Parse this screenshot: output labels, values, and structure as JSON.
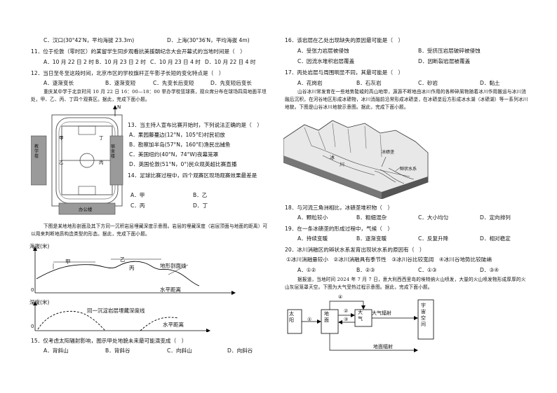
{
  "left": {
    "q10_opts": [
      "C．汉口(30°42′N，平均海拔 23.3m)",
      "D．上海(30°36′N，平均海拔 4m)"
    ],
    "q11_text": "11．位于伦敦（零时区）的某留学生同步观看抗美援朝纪念大会开幕式的当地时间是（　）",
    "q11_opts": [
      "A．10 月 22 日 2 时",
      "B．10 月 23 日 2 时",
      "C．10 月 23 日 4 时",
      "D．10 月 22 日 4 时"
    ],
    "q12_text": "12．当日至冬至这段时间，北京市区的学校旗杆正午影子长短的变化特点是（　）",
    "q12_opts": [
      "A．逐渐变长",
      "B．逐渐变短",
      "C．先变长后变短",
      "D．先变短后变长"
    ],
    "para1": "重庆某中学于北京时间 10 月 22 日 16：00—18：00 举办学校篮球赛，观众席分布在球场四周地面平坦处，甲、乙、丙、丁四个观赛区。据此，完成下面小题。",
    "map": {
      "north": "N",
      "bldg_teach": "教学楼",
      "bldg_dorm": "宿舍楼",
      "bldg_office": "办公楼",
      "labels": [
        "甲",
        "乙",
        "丙",
        "丁"
      ]
    },
    "q13_text": "13．当主持人宣布比赛开始时，下列说法正确的是（　）",
    "q13_opts": [
      "A．果园藤蔓边(12°N，105°E)村民初放",
      "B．勘察加半岛(57°N，160°E)渔民出捕鱼",
      "C．美国纽约(40°N，74°W)夜幕笼罩",
      "D．英国伦敦(51°N，0°)民众观英超比赛直播"
    ],
    "q14_text": "14．足球比赛过程中，四个观赛区现场观赛效果最差是",
    "q14_opts": [
      "A．甲",
      "B．乙",
      "C．丙",
      "D．丁"
    ],
    "para2": "下图是某地地形剖面及其下方同一沉积岩层埋藏深度示意图。岩层的埋藏深度（岩层顶面与地面的距离）可以用来判断地质构造类型的形态。据此，完成下面小题。",
    "profile": {
      "ylabel": "海拔(米)",
      "zero": "0",
      "xlabel": "水平距离",
      "curve_label": "地形剖面线",
      "marks": [
        "甲",
        "乙",
        "丙"
      ]
    },
    "depth": {
      "ylabel": "深度(米)",
      "zero": "0",
      "xlabel": "水平距离",
      "curve_label": "同一沉淀岩层埋藏深度线"
    },
    "q15_text": "15．仅考虑太阳辐射影响，图示甲处地貌未来最可能演变成（　）",
    "q15_opts": [
      "A．背斜山",
      "B．背斜谷",
      "C．向斜山",
      "D．向斜谷"
    ]
  },
  "right": {
    "q16_text": "16．该岩层在乙处出现缺失的原因最可能是（　）",
    "q16_opts": [
      "A．受张力岩层被侵蚀",
      "B．受挤压岩层破碎被侵蚀",
      "C．因流水堆积岩层覆盖",
      "D．因断裂岩层被覆盖"
    ],
    "q17_text": "17．丙处岩层与周围明显不同，其最可能是（　）",
    "q17_opts": [
      "A．花岗岩",
      "B．石灰岩",
      "C．砂岩",
      "D．黏土"
    ],
    "para3": "山谷冰川常发育在一些地势陡峻的高山地带，源源不断地由冰川作用的各种碎屑物随着冰川作用搬运与冰川消融后沉积，在河谷地区形成冰碛物，冰川消融前沿常形成冰碛垄，在冰碛垄后方形成冰水湖（冰碛湖）等一系列冰川地貌。下图是山谷冰川地貌示意图。据此，完成下面小题。",
    "glacier": {
      "l1": "冰碛垄",
      "l2": "冰",
      "l3": "川",
      "l4": "辫状水系"
    },
    "q18_text": "18．与河流三角洲相比，冰碛垄堆积物（　）",
    "q18_opts": [
      "A．颗粒较小",
      "B．粗细混杂",
      "C．大小均匀",
      "D．定向排列"
    ],
    "q19_text": "19．在一条冰碛垄的形成过程中，气候（　）",
    "q19_opts": [
      "A．持续变暖",
      "B．逐渐变暖",
      "C．反复升降",
      "D．相对稳定"
    ],
    "q20_text": "20．冰川消融区的辫状水系发育出现状水系的原因有（　）",
    "q20_items": "①冰川消融量较小　②冰川消融具有季节性　③冰川谷比较宽阔　④冰川谷地势比较陡峭",
    "q20_opts": [
      "A．①②",
      "B．②③",
      "C．①③",
      "D．③④"
    ],
    "para4": "据报道，当地时间 2024 年 7 月 7 日，意大利西西里岛的埃特纳火山喷发，大量的火山喷发物形成厚厚的火山灰层笼罩天空。下图为大气受热过程示意图。据此，完成下面小题。",
    "heat": {
      "sun": "太阳",
      "ground": "地面",
      "atm": "大气",
      "space": "宇宙空间",
      "atm_rad": "大气辐射",
      "gnd_rad": "地面辐射",
      "n1": "①",
      "n2": "②",
      "n3": "③",
      "n4": "④"
    }
  }
}
